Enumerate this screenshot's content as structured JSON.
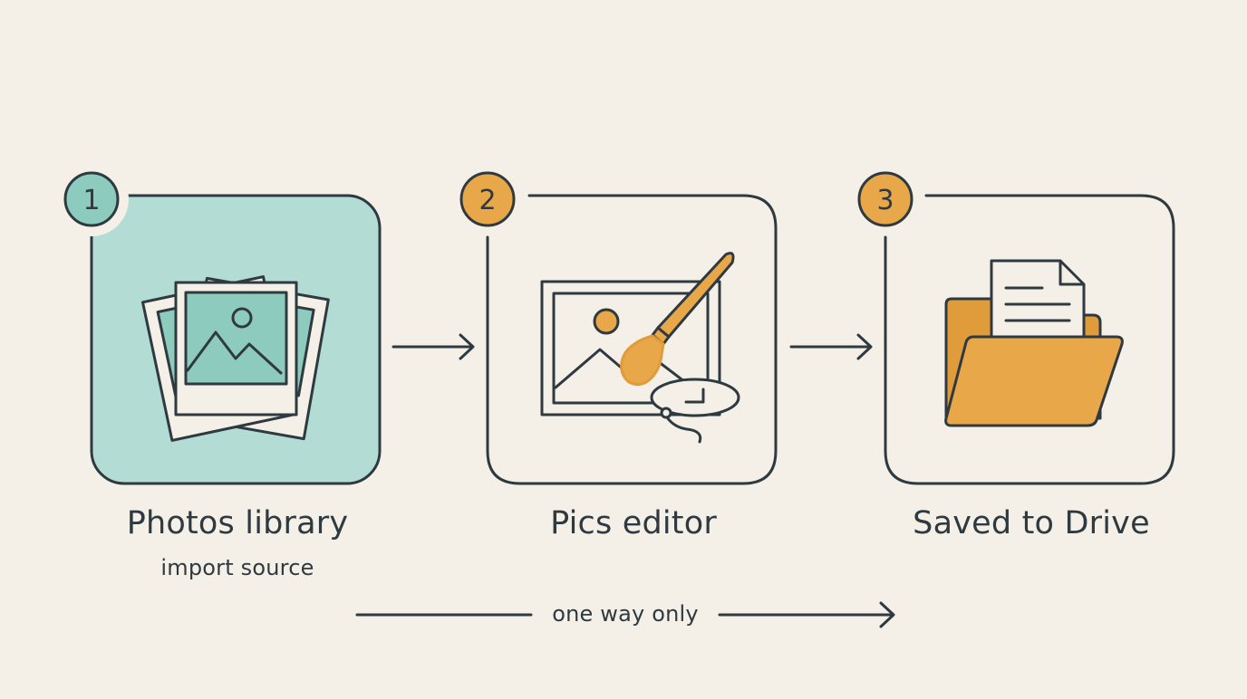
{
  "colors": {
    "background": "#f4f0e7",
    "ink": "#2f3a40",
    "teal": "#b3dcd5",
    "teal_dark": "#8ccbbd",
    "orange": "#e8a84a",
    "orange_dark": "#e09c3a"
  },
  "steps": [
    {
      "number": "1",
      "title": "Photos library",
      "subtitle": "import source",
      "icon": "photos-stack-icon"
    },
    {
      "number": "2",
      "title": "Pics editor",
      "icon": "image-edit-brush-icon"
    },
    {
      "number": "3",
      "title": "Saved to Drive",
      "icon": "folder-document-icon"
    }
  ],
  "flow": {
    "label": "one way only"
  }
}
